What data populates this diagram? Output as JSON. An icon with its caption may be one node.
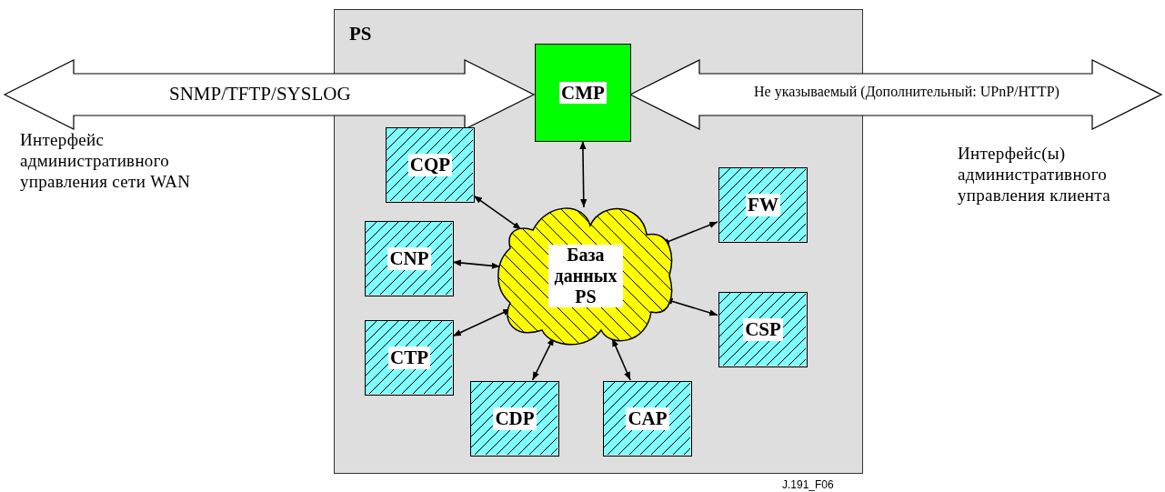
{
  "diagram": {
    "nodes": [
      {
        "text": [
          "PS"
        ]
      },
      {
        "text": [
          "CMP"
        ],
        "in": 0
      },
      {
        "text": [
          "CQP"
        ],
        "in": 0
      },
      {
        "text": [
          "CNP"
        ],
        "in": 0
      },
      {
        "text": [
          "CTP"
        ],
        "in": 0
      },
      {
        "text": [
          "CDP"
        ],
        "in": 0
      },
      {
        "text": [
          "CAP"
        ],
        "in": 0
      },
      {
        "text": [
          "FW"
        ],
        "in": 0
      },
      {
        "text": [
          "CSP"
        ],
        "in": 0
      },
      {
        "text": [
          "База данных PS"
        ],
        "in": 0
      }
    ],
    "edges": [
      {
        "from": null,
        "to": 1,
        "arrow": "both",
        "label": "SNMP/TFTP/SYSLOG",
        "style": "thick"
      },
      {
        "from": 1,
        "to": null,
        "arrow": "both",
        "label": "Не указываемый (Дополнительный: UPnP/HTTP)",
        "style": "thick"
      },
      {
        "from": 1,
        "to": 9,
        "arrow": "both"
      },
      {
        "from": 2,
        "to": 9,
        "arrow": "both"
      },
      {
        "from": 3,
        "to": 9,
        "arrow": "both"
      },
      {
        "from": 4,
        "to": 9,
        "arrow": "both"
      },
      {
        "from": 5,
        "to": 9,
        "arrow": "both"
      },
      {
        "from": 6,
        "to": 9,
        "arrow": "both"
      },
      {
        "from": 7,
        "to": 9,
        "arrow": "both"
      },
      {
        "from": 8,
        "to": 9,
        "arrow": "both"
      }
    ],
    "labels": [
      "Интерфейс административного управления сети WAN",
      "Интерфейс(ы) административного управления клиента",
      "J.191_F06"
    ]
  }
}
